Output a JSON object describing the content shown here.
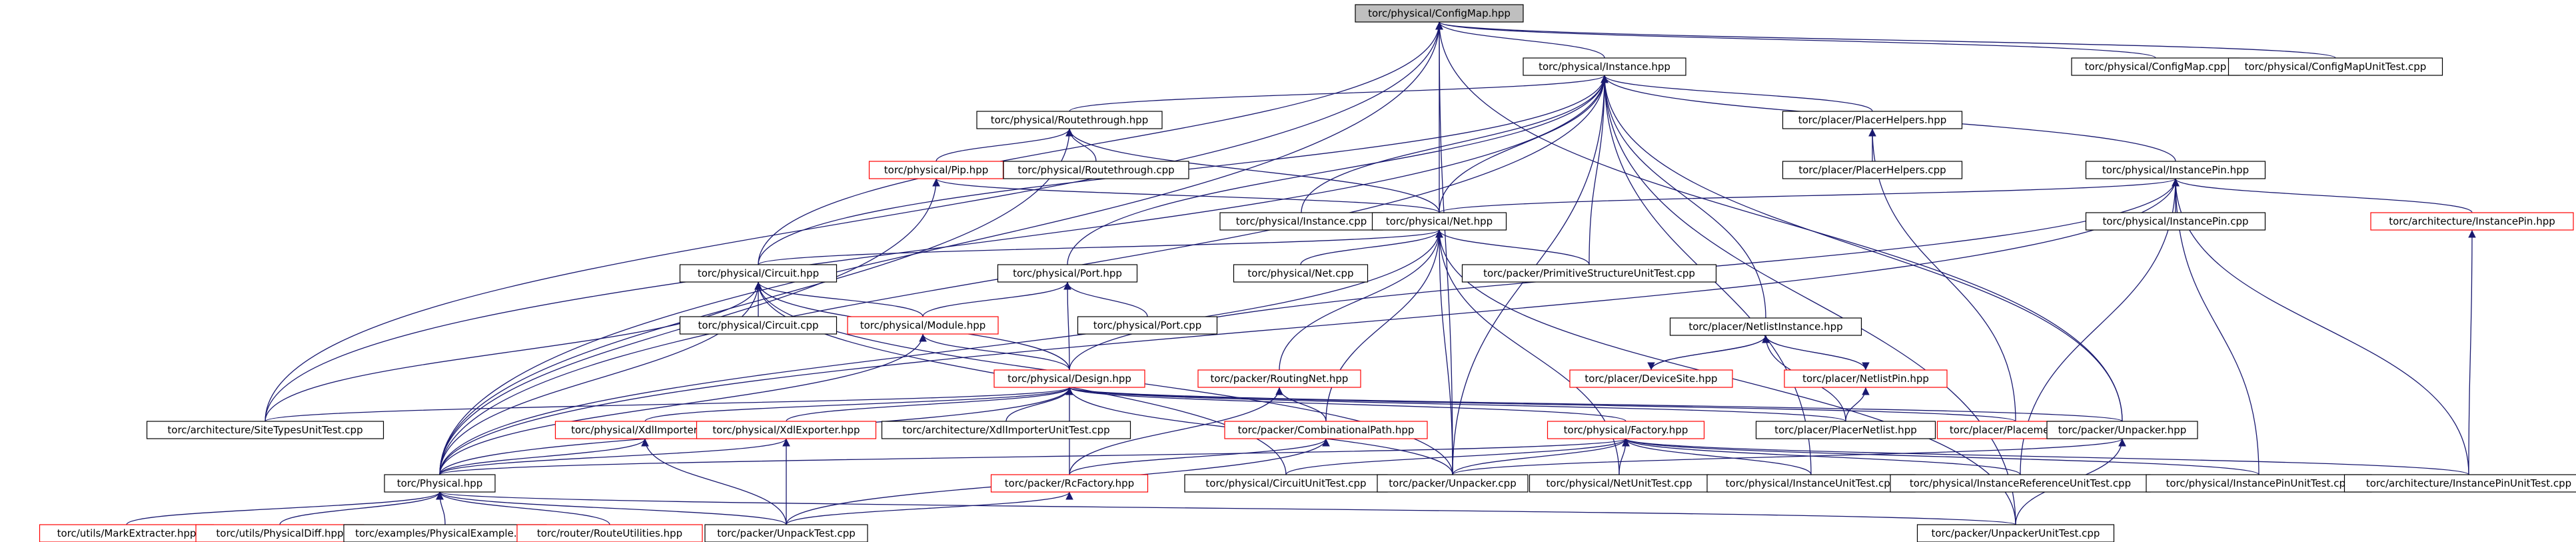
{
  "graph": {
    "nodes": [
      {
        "id": "configmap_hpp",
        "label": "torc/physical/ConfigMap.hpp",
        "highlight": true
      },
      {
        "id": "instance_hpp",
        "label": "torc/physical/Instance.hpp"
      },
      {
        "id": "configmap_cpp",
        "label": "torc/physical/ConfigMap.cpp"
      },
      {
        "id": "configmapunittest",
        "label": "torc/physical/ConfigMapUnitTest.cpp"
      },
      {
        "id": "routethrough_hpp",
        "label": "torc/physical/Routethrough.hpp"
      },
      {
        "id": "placerhelpers_hpp",
        "label": "torc/placer/PlacerHelpers.hpp"
      },
      {
        "id": "pip_hpp",
        "label": "torc/physical/Pip.hpp",
        "red": true
      },
      {
        "id": "routethrough_cpp",
        "label": "torc/physical/Routethrough.cpp"
      },
      {
        "id": "placerhelpers_cpp",
        "label": "torc/placer/PlacerHelpers.cpp"
      },
      {
        "id": "instancepin_hpp",
        "label": "torc/physical/InstancePin.hpp"
      },
      {
        "id": "instance_cpp",
        "label": "torc/physical/Instance.cpp"
      },
      {
        "id": "net_hpp",
        "label": "torc/physical/Net.hpp"
      },
      {
        "id": "instancepin_cpp",
        "label": "torc/physical/InstancePin.cpp"
      },
      {
        "id": "arch_instancepin_hpp",
        "label": "torc/architecture/InstancePin.hpp",
        "red": true
      },
      {
        "id": "circuit_hpp",
        "label": "torc/physical/Circuit.hpp"
      },
      {
        "id": "port_hpp",
        "label": "torc/physical/Port.hpp"
      },
      {
        "id": "net_cpp",
        "label": "torc/physical/Net.cpp"
      },
      {
        "id": "primitivestructureunittest",
        "label": "torc/packer/PrimitiveStructureUnitTest.cpp"
      },
      {
        "id": "circuit_cpp",
        "label": "torc/physical/Circuit.cpp"
      },
      {
        "id": "module_hpp",
        "label": "torc/physical/Module.hpp",
        "red": true
      },
      {
        "id": "port_cpp",
        "label": "torc/physical/Port.cpp"
      },
      {
        "id": "netlistinstance_hpp",
        "label": "torc/placer/NetlistInstance.hpp"
      },
      {
        "id": "design_hpp",
        "label": "torc/physical/Design.hpp",
        "red": true
      },
      {
        "id": "routingnet_hpp",
        "label": "torc/packer/RoutingNet.hpp",
        "red": true
      },
      {
        "id": "devicesite_hpp",
        "label": "torc/placer/DeviceSite.hpp",
        "red": true
      },
      {
        "id": "netlistpin_hpp",
        "label": "torc/placer/NetlistPin.hpp",
        "red": true
      },
      {
        "id": "sitetypesunittest",
        "label": "torc/architecture/SiteTypesUnitTest.cpp"
      },
      {
        "id": "xdlimporter_hpp",
        "label": "torc/physical/XdlImporter.hpp",
        "red": true
      },
      {
        "id": "xdlexporter_hpp",
        "label": "torc/physical/XdlExporter.hpp",
        "red": true
      },
      {
        "id": "xdlimporterunittest",
        "label": "torc/architecture/XdlImporterUnitTest.cpp"
      },
      {
        "id": "combinationalpath_hpp",
        "label": "torc/packer/CombinationalPath.hpp",
        "red": true
      },
      {
        "id": "factory_hpp",
        "label": "torc/physical/Factory.hpp",
        "red": true
      },
      {
        "id": "placernetlist_hpp",
        "label": "torc/placer/PlacerNetlist.hpp"
      },
      {
        "id": "placement_hpp",
        "label": "torc/placer/Placement.hpp",
        "red": true
      },
      {
        "id": "unpacker_hpp",
        "label": "torc/packer/Unpacker.hpp"
      },
      {
        "id": "physical_hpp",
        "label": "torc/Physical.hpp"
      },
      {
        "id": "rcfactory_hpp",
        "label": "torc/packer/RcFactory.hpp",
        "red": true
      },
      {
        "id": "circuitunittest",
        "label": "torc/physical/CircuitUnitTest.cpp"
      },
      {
        "id": "unpacker_cpp",
        "label": "torc/packer/Unpacker.cpp"
      },
      {
        "id": "netunittest",
        "label": "torc/physical/NetUnitTest.cpp"
      },
      {
        "id": "instanceunittest",
        "label": "torc/physical/InstanceUnitTest.cpp"
      },
      {
        "id": "instancereferenceunittest",
        "label": "torc/physical/InstanceReferenceUnitTest.cpp"
      },
      {
        "id": "instancepinunittest",
        "label": "torc/physical/InstancePinUnitTest.cpp"
      },
      {
        "id": "arch_instancepinunittest",
        "label": "torc/architecture/InstancePinUnitTest.cpp"
      },
      {
        "id": "markextracter_hpp",
        "label": "torc/utils/MarkExtracter.hpp",
        "red": true
      },
      {
        "id": "physicaldiff_hpp",
        "label": "torc/utils/PhysicalDiff.hpp",
        "red": true
      },
      {
        "id": "physicalexample",
        "label": "torc/examples/PhysicalExample.cpp"
      },
      {
        "id": "routeutilities_hpp",
        "label": "torc/router/RouteUtilities.hpp",
        "red": true
      },
      {
        "id": "unpacktest",
        "label": "torc/packer/UnpackTest.cpp"
      },
      {
        "id": "unpackerunittest",
        "label": "torc/packer/UnpackerUnitTest.cpp"
      }
    ],
    "edges": [
      [
        "instance_hpp",
        "configmap_hpp"
      ],
      [
        "configmap_cpp",
        "configmap_hpp"
      ],
      [
        "configmapunittest",
        "configmap_hpp"
      ],
      [
        "net_hpp",
        "configmap_hpp"
      ],
      [
        "circuit_hpp",
        "configmap_hpp"
      ],
      [
        "physical_hpp",
        "configmap_hpp"
      ],
      [
        "sitetypesunittest",
        "configmap_hpp"
      ],
      [
        "unpacker_cpp",
        "configmap_hpp"
      ],
      [
        "unpacker_hpp",
        "configmap_hpp"
      ],
      [
        "routethrough_hpp",
        "instance_hpp"
      ],
      [
        "placerhelpers_hpp",
        "instance_hpp"
      ],
      [
        "instancepin_hpp",
        "instance_hpp"
      ],
      [
        "instance_cpp",
        "instance_hpp"
      ],
      [
        "net_hpp",
        "instance_hpp"
      ],
      [
        "circuit_hpp",
        "instance_hpp"
      ],
      [
        "port_hpp",
        "instance_hpp"
      ],
      [
        "primitivestructureunittest",
        "instance_hpp"
      ],
      [
        "netlistinstance_hpp",
        "instance_hpp"
      ],
      [
        "physical_hpp",
        "instance_hpp"
      ],
      [
        "sitetypesunittest",
        "instance_hpp"
      ],
      [
        "unpacker_cpp",
        "instance_hpp"
      ],
      [
        "unpacker_hpp",
        "instance_hpp"
      ],
      [
        "instanceunittest",
        "instance_hpp"
      ],
      [
        "unpackerunittest",
        "instance_hpp"
      ],
      [
        "pip_hpp",
        "routethrough_hpp"
      ],
      [
        "routethrough_cpp",
        "routethrough_hpp"
      ],
      [
        "net_hpp",
        "routethrough_hpp"
      ],
      [
        "physical_hpp",
        "routethrough_hpp"
      ],
      [
        "net_hpp",
        "pip_hpp"
      ],
      [
        "physical_hpp",
        "pip_hpp"
      ],
      [
        "placerhelpers_cpp",
        "placerhelpers_hpp"
      ],
      [
        "placement_hpp",
        "placerhelpers_hpp"
      ],
      [
        "instancepin_cpp",
        "instancepin_hpp"
      ],
      [
        "arch_instancepin_hpp",
        "instancepin_hpp"
      ],
      [
        "net_hpp",
        "instancepin_hpp"
      ],
      [
        "physical_hpp",
        "instancepin_hpp"
      ],
      [
        "design_hpp",
        "instancepin_hpp"
      ],
      [
        "instancepinunittest",
        "instancepin_hpp"
      ],
      [
        "arch_instancepinunittest",
        "instancepin_hpp"
      ],
      [
        "instancereferenceunittest",
        "instancepin_hpp"
      ],
      [
        "arch_instancepinunittest",
        "arch_instancepin_hpp"
      ],
      [
        "net_cpp",
        "net_hpp"
      ],
      [
        "primitivestructureunittest",
        "net_hpp"
      ],
      [
        "circuit_hpp",
        "net_hpp"
      ],
      [
        "routingnet_hpp",
        "net_hpp"
      ],
      [
        "combinationalpath_hpp",
        "net_hpp"
      ],
      [
        "netunittest",
        "net_hpp"
      ],
      [
        "unpacker_cpp",
        "net_hpp"
      ],
      [
        "unpackerunittest",
        "net_hpp"
      ],
      [
        "physical_hpp",
        "net_hpp"
      ],
      [
        "circuit_cpp",
        "circuit_hpp"
      ],
      [
        "module_hpp",
        "circuit_hpp"
      ],
      [
        "design_hpp",
        "circuit_hpp"
      ],
      [
        "physical_hpp",
        "circuit_hpp"
      ],
      [
        "sitetypesunittest",
        "circuit_hpp"
      ],
      [
        "circuitunittest",
        "circuit_hpp"
      ],
      [
        "unpacker_cpp",
        "circuit_hpp"
      ],
      [
        "module_hpp",
        "port_hpp"
      ],
      [
        "port_cpp",
        "port_hpp"
      ],
      [
        "design_hpp",
        "port_hpp"
      ],
      [
        "design_hpp",
        "module_hpp"
      ],
      [
        "physical_hpp",
        "module_hpp"
      ],
      [
        "devicesite_hpp",
        "netlistinstance_hpp"
      ],
      [
        "netlistpin_hpp",
        "netlistinstance_hpp"
      ],
      [
        "placernetlist_hpp",
        "netlistinstance_hpp"
      ],
      [
        "netlistinstance_hpp",
        "netlistpin_hpp"
      ],
      [
        "netlistinstance_hpp",
        "devicesite_hpp"
      ],
      [
        "placernetlist_hpp",
        "netlistpin_hpp"
      ],
      [
        "sitetypesunittest",
        "design_hpp"
      ],
      [
        "xdlimporter_hpp",
        "design_hpp"
      ],
      [
        "xdlexporter_hpp",
        "design_hpp"
      ],
      [
        "xdlimporterunittest",
        "design_hpp"
      ],
      [
        "rcfactory_hpp",
        "design_hpp"
      ],
      [
        "factory_hpp",
        "design_hpp"
      ],
      [
        "physical_hpp",
        "design_hpp"
      ],
      [
        "unpacker_hpp",
        "design_hpp"
      ],
      [
        "placement_hpp",
        "design_hpp"
      ],
      [
        "unpacker_cpp",
        "design_hpp"
      ],
      [
        "placernetlist_hpp",
        "design_hpp"
      ],
      [
        "rcfactory_hpp",
        "routingnet_hpp"
      ],
      [
        "combinationalpath_hpp",
        "routingnet_hpp"
      ],
      [
        "physical_hpp",
        "xdlimporter_hpp"
      ],
      [
        "unpacktest",
        "xdlimporter_hpp"
      ],
      [
        "physical_hpp",
        "xdlexporter_hpp"
      ],
      [
        "unpacktest",
        "xdlexporter_hpp"
      ],
      [
        "rcfactory_hpp",
        "combinationalpath_hpp"
      ],
      [
        "unpacktest",
        "combinationalpath_hpp"
      ],
      [
        "physical_hpp",
        "factory_hpp"
      ],
      [
        "circuitunittest",
        "factory_hpp"
      ],
      [
        "unpacker_cpp",
        "factory_hpp"
      ],
      [
        "netunittest",
        "factory_hpp"
      ],
      [
        "instanceunittest",
        "factory_hpp"
      ],
      [
        "instancereferenceunittest",
        "factory_hpp"
      ],
      [
        "instancepinunittest",
        "factory_hpp"
      ],
      [
        "arch_instancepinunittest",
        "factory_hpp"
      ],
      [
        "unpacker_cpp",
        "unpacker_hpp"
      ],
      [
        "unpackerunittest",
        "unpacker_hpp"
      ],
      [
        "markextracter_hpp",
        "physical_hpp"
      ],
      [
        "physicaldiff_hpp",
        "physical_hpp"
      ],
      [
        "physicalexample",
        "physical_hpp"
      ],
      [
        "routeutilities_hpp",
        "physical_hpp"
      ],
      [
        "unpacktest",
        "physical_hpp"
      ],
      [
        "unpackerunittest",
        "physical_hpp"
      ],
      [
        "unpacktest",
        "rcfactory_hpp"
      ]
    ]
  }
}
